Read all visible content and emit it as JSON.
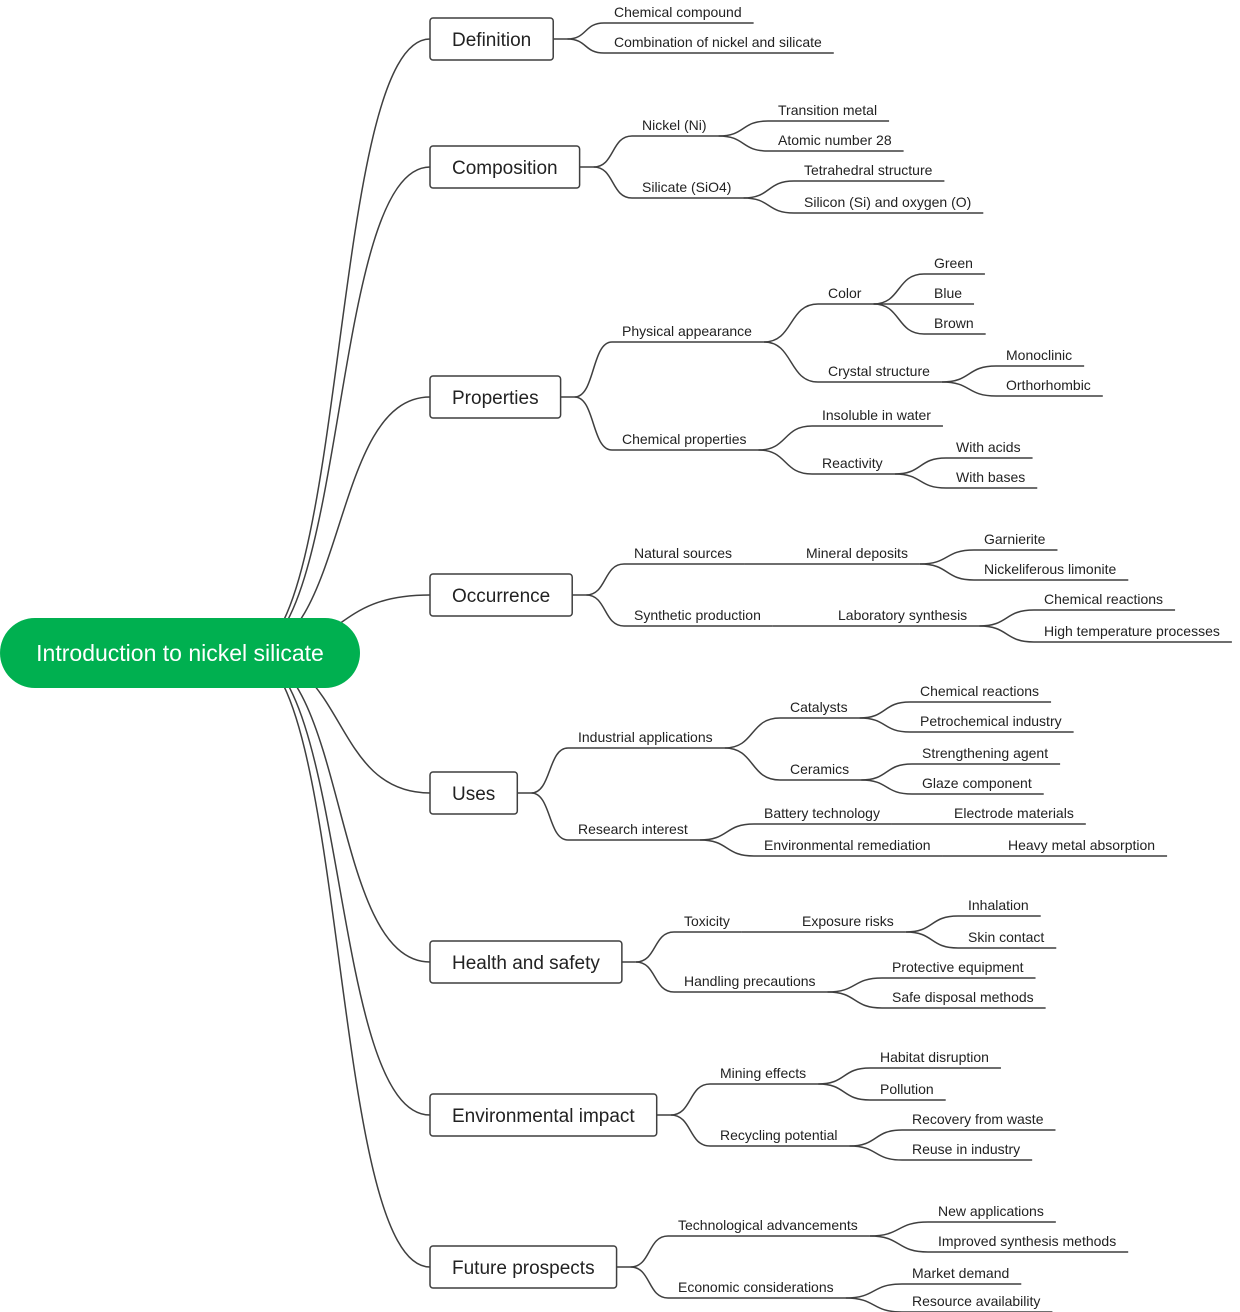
{
  "root": "Introduction to nickel silicate",
  "colors": {
    "root": "#00B050",
    "line": "#3f3f3f",
    "text": "#222222"
  },
  "branches": [
    {
      "label": "Definition",
      "children": [
        {
          "label": "Chemical compound"
        },
        {
          "label": "Combination of nickel and silicate"
        }
      ]
    },
    {
      "label": "Composition",
      "children": [
        {
          "label": "Nickel (Ni)",
          "children": [
            {
              "label": "Transition metal"
            },
            {
              "label": "Atomic number 28"
            }
          ]
        },
        {
          "label": "Silicate (SiO4)",
          "children": [
            {
              "label": "Tetrahedral structure"
            },
            {
              "label": "Silicon (Si) and oxygen (O)"
            }
          ]
        }
      ]
    },
    {
      "label": "Properties",
      "children": [
        {
          "label": "Physical appearance",
          "children": [
            {
              "label": "Color",
              "children": [
                {
                  "label": "Green"
                },
                {
                  "label": "Blue"
                },
                {
                  "label": "Brown"
                }
              ]
            },
            {
              "label": "Crystal structure",
              "children": [
                {
                  "label": "Monoclinic"
                },
                {
                  "label": "Orthorhombic"
                }
              ]
            }
          ]
        },
        {
          "label": "Chemical properties",
          "children": [
            {
              "label": "Insoluble in water"
            },
            {
              "label": "Reactivity",
              "children": [
                {
                  "label": "With acids"
                },
                {
                  "label": "With bases"
                }
              ]
            }
          ]
        }
      ]
    },
    {
      "label": "Occurrence",
      "children": [
        {
          "label": "Natural sources",
          "children": [
            {
              "label": "Mineral deposits",
              "children": [
                {
                  "label": "Garnierite"
                },
                {
                  "label": "Nickeliferous limonite"
                }
              ]
            }
          ]
        },
        {
          "label": "Synthetic production",
          "children": [
            {
              "label": "Laboratory synthesis",
              "children": [
                {
                  "label": "Chemical reactions"
                },
                {
                  "label": "High temperature processes"
                }
              ]
            }
          ]
        }
      ]
    },
    {
      "label": "Uses",
      "children": [
        {
          "label": "Industrial applications",
          "children": [
            {
              "label": "Catalysts",
              "children": [
                {
                  "label": "Chemical reactions"
                },
                {
                  "label": "Petrochemical industry"
                }
              ]
            },
            {
              "label": "Ceramics",
              "children": [
                {
                  "label": "Strengthening agent"
                },
                {
                  "label": "Glaze component"
                }
              ]
            }
          ]
        },
        {
          "label": "Research interest",
          "children": [
            {
              "label": "Battery technology",
              "children": [
                {
                  "label": "Electrode materials"
                }
              ]
            },
            {
              "label": "Environmental remediation",
              "children": [
                {
                  "label": "Heavy metal absorption"
                }
              ]
            }
          ]
        }
      ]
    },
    {
      "label": "Health and safety",
      "children": [
        {
          "label": "Toxicity",
          "children": [
            {
              "label": "Exposure risks",
              "children": [
                {
                  "label": "Inhalation"
                },
                {
                  "label": "Skin contact"
                }
              ]
            }
          ]
        },
        {
          "label": "Handling precautions",
          "children": [
            {
              "label": "Protective equipment"
            },
            {
              "label": "Safe disposal methods"
            }
          ]
        }
      ]
    },
    {
      "label": "Environmental impact",
      "children": [
        {
          "label": "Mining effects",
          "children": [
            {
              "label": "Habitat disruption"
            },
            {
              "label": "Pollution"
            }
          ]
        },
        {
          "label": "Recycling potential",
          "children": [
            {
              "label": "Recovery from waste"
            },
            {
              "label": "Reuse in industry"
            }
          ]
        }
      ]
    },
    {
      "label": "Future prospects",
      "children": [
        {
          "label": "Technological advancements",
          "children": [
            {
              "label": "New applications"
            },
            {
              "label": "Improved synthesis methods"
            }
          ]
        },
        {
          "label": "Economic considerations",
          "children": [
            {
              "label": "Market demand"
            },
            {
              "label": "Resource availability"
            }
          ]
        }
      ]
    }
  ]
}
